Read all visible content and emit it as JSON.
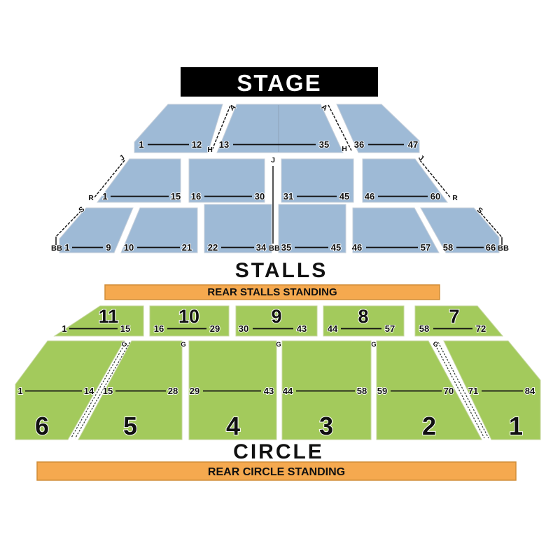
{
  "colors": {
    "stalls_section": "#9EBAD6",
    "circle_section": "#A3CA5C",
    "standing_bar": "#F5A94F",
    "stage_background": "#000000"
  },
  "stage": {
    "label": "STAGE"
  },
  "stalls": {
    "title": "STALLS",
    "aisle_labels": {
      "front_top": "A",
      "front_bottom": "H",
      "mid_top": "J",
      "mid_bottom": "R",
      "back_top": "S",
      "back_bottom": "BB"
    },
    "front_row": {
      "sections": [
        {
          "first": "1",
          "last": "12"
        },
        {
          "first": "13",
          "last": "35"
        },
        {
          "first": "36",
          "last": "47"
        }
      ]
    },
    "mid_row": {
      "sections": [
        {
          "first": "1",
          "last": "15"
        },
        {
          "first": "16",
          "last": "30"
        },
        {
          "first": "31",
          "last": "45"
        },
        {
          "first": "46",
          "last": "60"
        }
      ]
    },
    "back_row": {
      "sections": [
        {
          "first": "1",
          "last": "9"
        },
        {
          "first": "10",
          "last": "21"
        },
        {
          "first": "22",
          "last": "34"
        },
        {
          "first": "35",
          "last": "45"
        },
        {
          "first": "46",
          "last": "57"
        },
        {
          "first": "58",
          "last": "66"
        }
      ]
    },
    "standing_label": "REAR STALLS STANDING"
  },
  "circle": {
    "title": "CIRCLE",
    "row_letter": "G",
    "front_row": {
      "sections": [
        {
          "number": "11",
          "first": "1",
          "last": "15"
        },
        {
          "number": "10",
          "first": "16",
          "last": "29"
        },
        {
          "number": "9",
          "first": "30",
          "last": "43"
        },
        {
          "number": "8",
          "first": "44",
          "last": "57"
        },
        {
          "number": "7",
          "first": "58",
          "last": "72"
        }
      ]
    },
    "back_row": {
      "sections": [
        {
          "number": "6",
          "first": "1",
          "last": "14"
        },
        {
          "number": "5",
          "first": "15",
          "last": "28"
        },
        {
          "number": "4",
          "first": "29",
          "last": "43"
        },
        {
          "number": "3",
          "first": "44",
          "last": "58"
        },
        {
          "number": "2",
          "first": "59",
          "last": "70"
        },
        {
          "number": "1",
          "first": "71",
          "last": "84"
        }
      ]
    },
    "standing_label": "REAR CIRCLE STANDING"
  }
}
